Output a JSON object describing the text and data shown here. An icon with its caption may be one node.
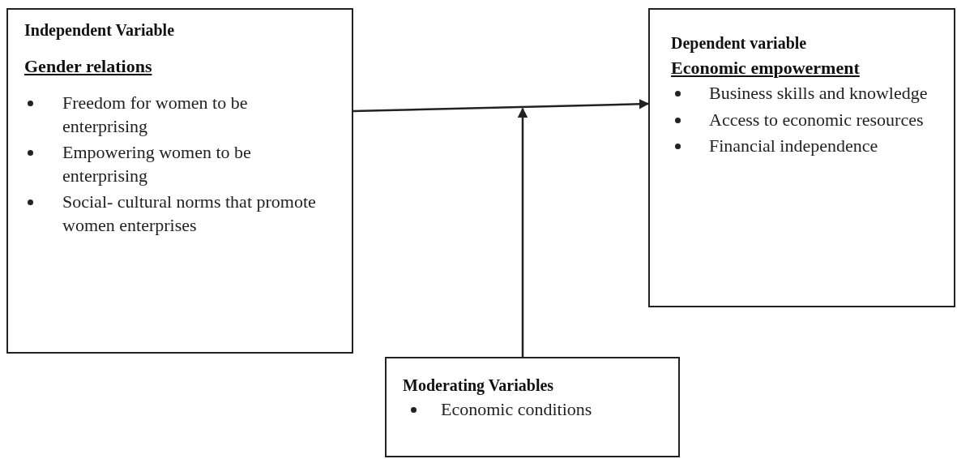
{
  "diagram": {
    "nodes": [
      {
        "text": [
          "Independent Variable",
          "Gender relations",
          "Freedom for women to be enterprising",
          "Empowering women to be enterprising",
          "Social- cultural norms that promote women enterprises"
        ]
      },
      {
        "text": [
          "Dependent variable",
          "Economic empowerment",
          "Business skills and knowledge",
          "Access to economic resources",
          "Financial independence"
        ]
      },
      {
        "text": [
          "Moderating Variables",
          "Economic conditions"
        ]
      }
    ],
    "edges": [
      {
        "from": 0,
        "to": 1,
        "arrow": "to"
      },
      {
        "from": 2,
        "to": null,
        "arrow": "to"
      }
    ]
  }
}
